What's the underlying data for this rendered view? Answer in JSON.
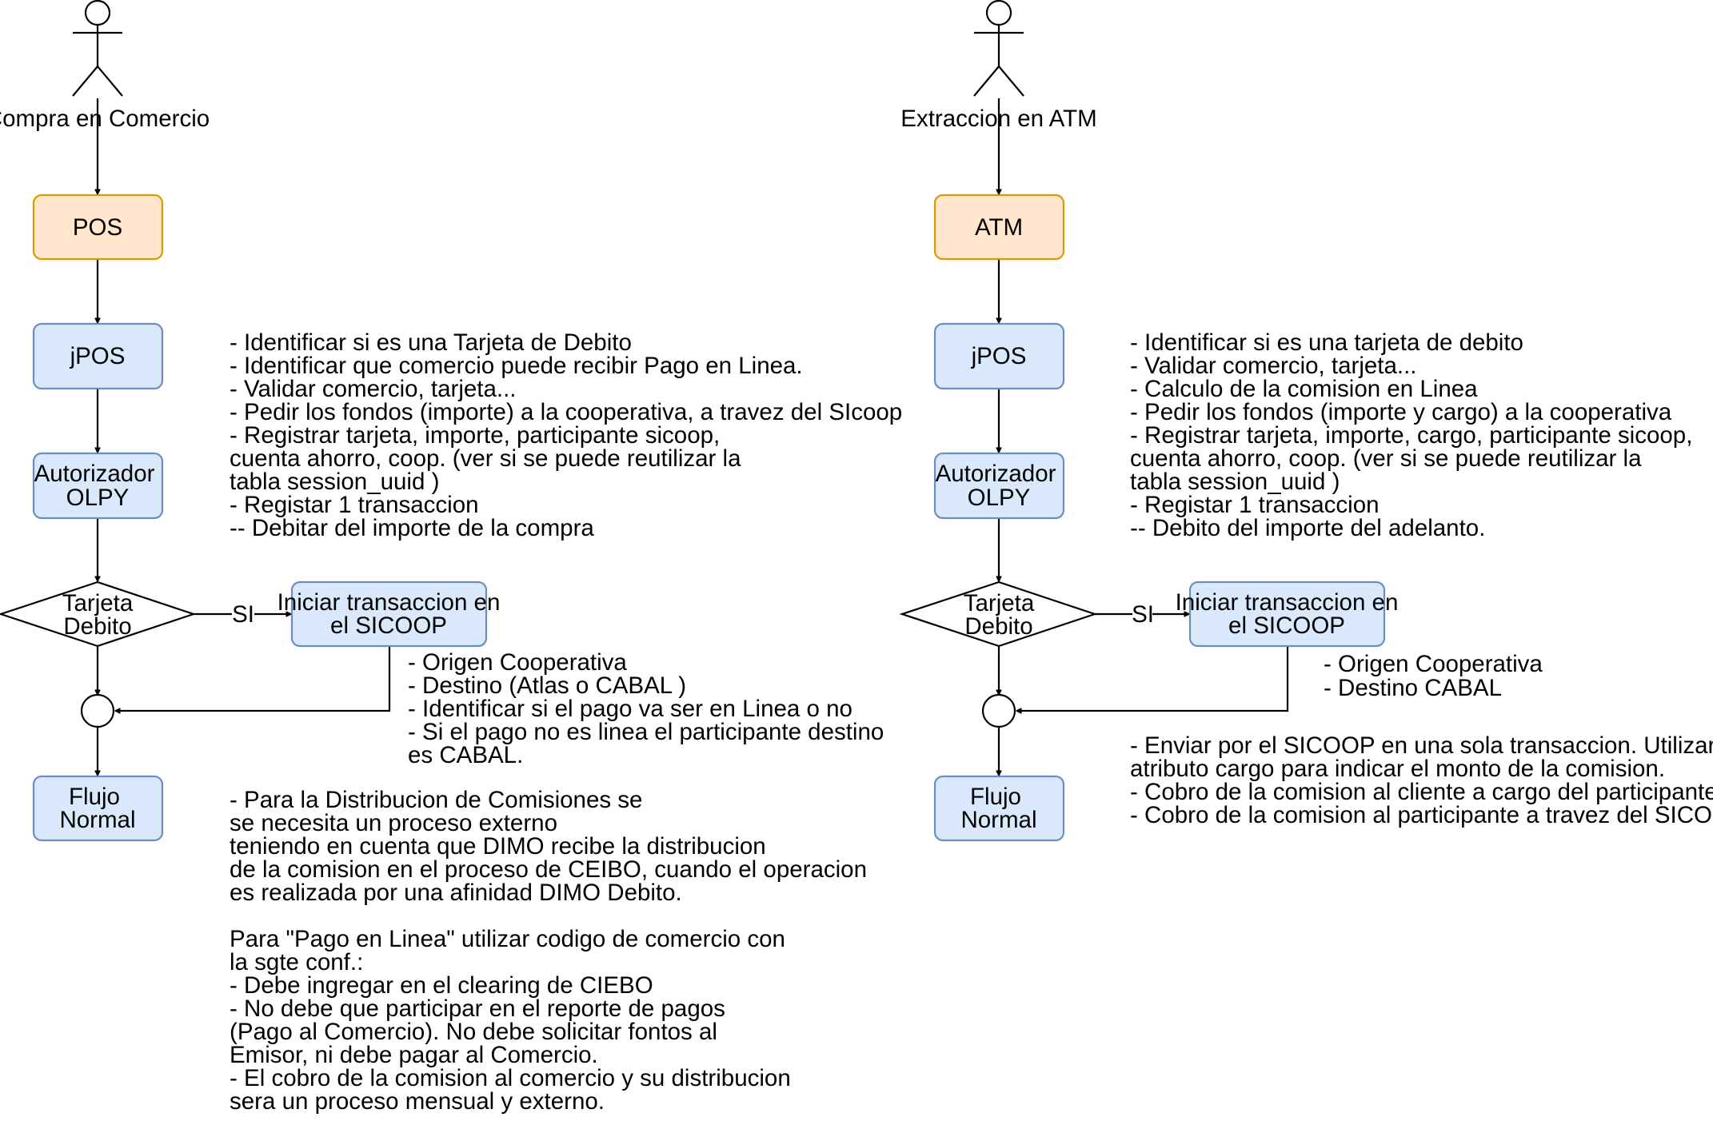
{
  "colors": {
    "device_fill": "#ffe6cc",
    "device_stroke": "#d79b00",
    "process_fill": "#dae8fc",
    "process_stroke": "#6c8ebf",
    "line": "#000000"
  },
  "left_flow": {
    "actor_label": "Compra en Comercio",
    "device": "POS",
    "jpos": "jPOS",
    "autorizador": [
      "Autorizador",
      "OLPY"
    ],
    "decision": [
      "Tarjeta",
      "Debito"
    ],
    "yes_label": "SI",
    "iniciar": [
      "Iniciar transaccion en",
      "el SICOOP"
    ],
    "flujo": [
      "Flujo",
      "Normal"
    ],
    "note_jpos": [
      "- Identificar si es una Tarjeta de Debito",
      "- Identificar que comercio puede recibir Pago en Linea.",
      "- Validar comercio, tarjeta...",
      "- Pedir los fondos (importe) a la cooperativa, a travez del SIcoop",
      "- Registrar tarjeta, importe, participante sicoop,",
      "cuenta ahorro, coop. (ver si se puede reutilizar la",
      "tabla session_uuid )",
      "- Registar 1 transaccion",
      "-- Debitar del importe de la compra"
    ],
    "note_sicoop": [
      "- Origen Cooperativa",
      "- Destino (Atlas o CABAL )",
      "- Identificar si el pago va ser en Linea o no",
      "- Si el pago no es linea el participante destino",
      "es CABAL."
    ],
    "note_comisiones": [
      "- Para la Distribucion de Comisiones se",
      "se necesita un proceso externo",
      "teniendo en cuenta que DIMO recibe la distribucion",
      "de la comision en el proceso de CEIBO, cuando el operacion",
      "es realizada por una afinidad DIMO Debito.",
      "",
      "Para \"Pago en Linea\" utilizar codigo de comercio con",
      "la sgte conf.:",
      "- Debe ingregar en el clearing de CIEBO",
      "- No debe que participar en el reporte de pagos",
      "(Pago al Comercio). No debe solicitar fontos al",
      "Emisor, ni debe pagar al Comercio.",
      "- El cobro de la comision al comercio y su distribucion",
      "sera un proceso mensual  y externo."
    ]
  },
  "right_flow": {
    "actor_label": "Extraccion en ATM",
    "device": "ATM",
    "jpos": "jPOS",
    "autorizador": [
      "Autorizador",
      "OLPY"
    ],
    "decision": [
      "Tarjeta",
      "Debito"
    ],
    "yes_label": "SI",
    "iniciar": [
      "Iniciar transaccion en",
      "el SICOOP"
    ],
    "flujo": [
      "Flujo",
      "Normal"
    ],
    "note_jpos": [
      "- Identificar si es una tarjeta de debito",
      "- Validar comercio, tarjeta...",
      "- Calculo de la comision en Linea",
      "- Pedir los fondos (importe y cargo) a la cooperativa",
      "- Registrar tarjeta, importe, cargo, participante sicoop,",
      "cuenta ahorro, coop. (ver si se puede reutilizar la",
      "tabla session_uuid )",
      "- Registar 1 transaccion",
      "-- Debito del importe del adelanto."
    ],
    "note_sicoop": [
      "- Origen Cooperativa",
      "- Destino CABAL"
    ],
    "note_envio": [
      "- Enviar por el SICOOP en una sola transaccion. Utilizar el",
      "atributo cargo para indicar el monto de la comision.",
      "- Cobro de la comision al cliente a cargo del participante SICOOP.",
      "- Cobro de la comision al participante a travez del SICOOP."
    ]
  }
}
